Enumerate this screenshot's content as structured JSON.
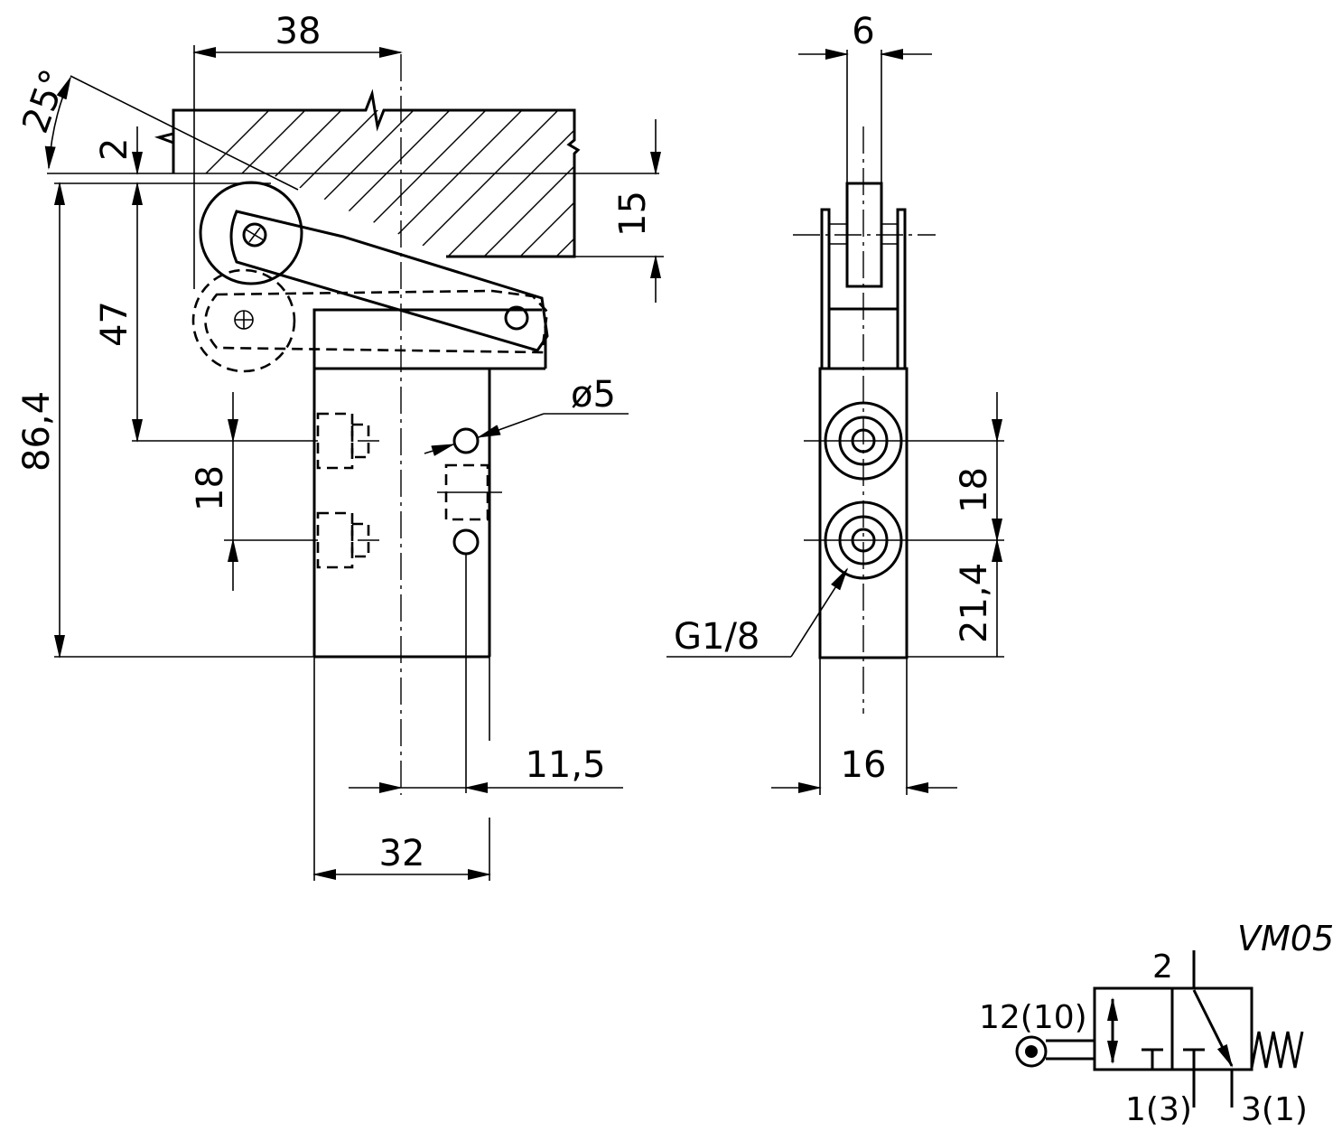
{
  "dimensions": {
    "width_38": "38",
    "angle": "25°",
    "gap_2": "2",
    "height_15": "15",
    "height_47": "47",
    "height_86_4": "86,4",
    "spacing_18_left": "18",
    "hole_diameter": "ø5",
    "offset_11_5": "11,5",
    "width_32": "32",
    "thickness_6": "6",
    "spacing_18_right": "18",
    "height_21_4": "21,4",
    "thread": "G1/8",
    "width_16": "16"
  },
  "symbol": {
    "model": "VM05",
    "port_2": "2",
    "port_12": "12(10)",
    "port_1": "1(3)",
    "port_3": "3(1)"
  }
}
